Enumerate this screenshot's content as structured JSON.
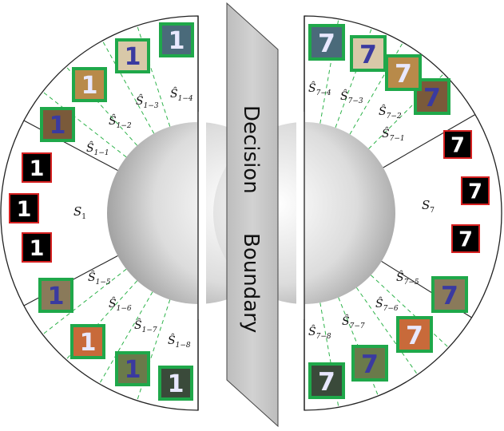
{
  "boundary": {
    "line1": "Decision",
    "line2": "Boundary"
  },
  "colors": {
    "original_border": "#d62020",
    "synthetic_border": "#1fa84a",
    "dashed_line": "#2db34a",
    "sphere_light": "#ffffff",
    "sphere_dark": "#9a9a9a",
    "boundary_fill": "#c9c9c9"
  },
  "left": {
    "class_label": {
      "main": "S",
      "sub": "1"
    },
    "subregions": [
      {
        "main": "Ŝ",
        "sub": "1−1"
      },
      {
        "main": "Ŝ",
        "sub": "1−2"
      },
      {
        "main": "Ŝ",
        "sub": "1−3"
      },
      {
        "main": "Ŝ",
        "sub": "1−4"
      },
      {
        "main": "Ŝ",
        "sub": "1−5"
      },
      {
        "main": "Ŝ",
        "sub": "1−6"
      },
      {
        "main": "Ŝ",
        "sub": "1−7"
      },
      {
        "main": "Ŝ",
        "sub": "1−8"
      }
    ],
    "original_digits": [
      "1",
      "1",
      "1"
    ],
    "synthetic_digits": [
      "1",
      "1",
      "1",
      "1",
      "1",
      "1",
      "1",
      "1"
    ]
  },
  "right": {
    "class_label": {
      "main": "S",
      "sub": "7"
    },
    "subregions": [
      {
        "main": "Ŝ",
        "sub": "7−1"
      },
      {
        "main": "Ŝ",
        "sub": "7−2"
      },
      {
        "main": "Ŝ",
        "sub": "7−3"
      },
      {
        "main": "Ŝ",
        "sub": "7−4"
      },
      {
        "main": "Ŝ",
        "sub": "7−5"
      },
      {
        "main": "Ŝ",
        "sub": "7−6"
      },
      {
        "main": "Ŝ",
        "sub": "7−7"
      },
      {
        "main": "Ŝ",
        "sub": "7−8"
      }
    ],
    "original_digits": [
      "7",
      "7",
      "7"
    ],
    "synthetic_digits": [
      "7",
      "7",
      "7",
      "7",
      "7",
      "7",
      "7",
      "7"
    ]
  }
}
